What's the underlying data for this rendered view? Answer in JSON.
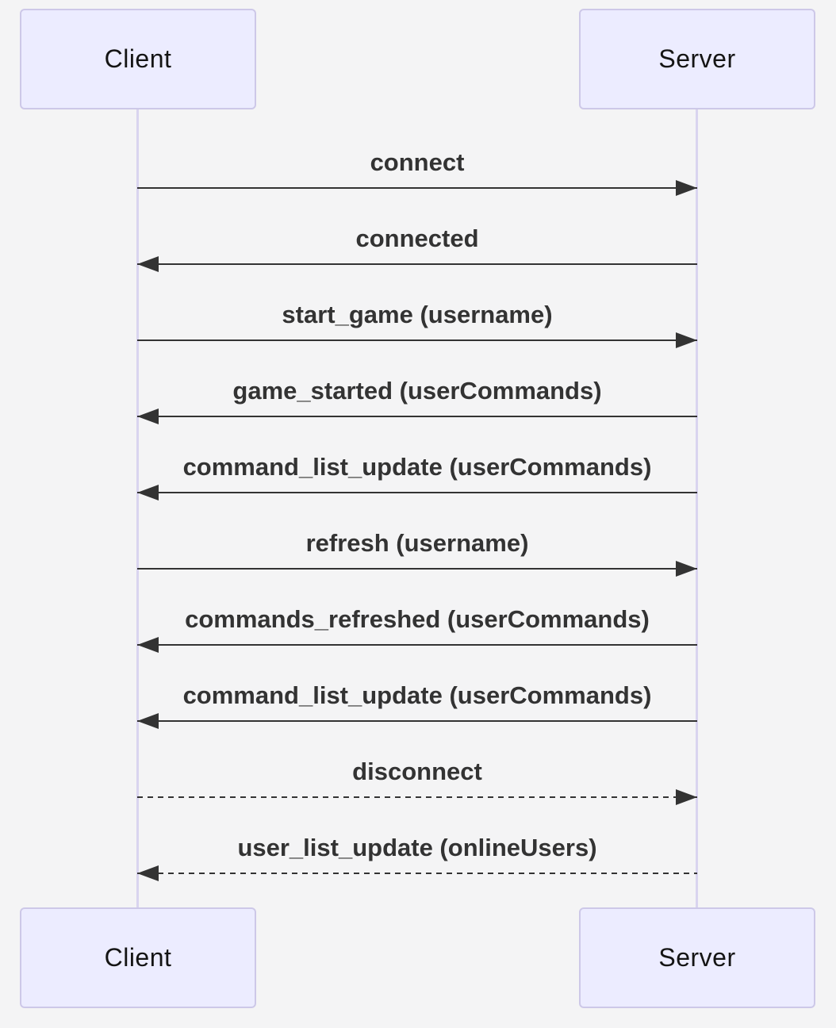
{
  "diagram": {
    "type": "sequence",
    "colors": {
      "background": "#f4f4f5",
      "actor_fill": "#ececff",
      "actor_border": "#cdc8e8",
      "lifeline": "#d9d4ef",
      "message_text": "#333333",
      "arrow": "#333333"
    },
    "actors": [
      {
        "id": "client",
        "label": "Client"
      },
      {
        "id": "server",
        "label": "Server"
      }
    ],
    "messages": [
      {
        "text": "connect",
        "from": "client",
        "to": "server",
        "line": "solid"
      },
      {
        "text": "connected",
        "from": "server",
        "to": "client",
        "line": "solid"
      },
      {
        "text": "start_game (username)",
        "from": "client",
        "to": "server",
        "line": "solid"
      },
      {
        "text": "game_started (userCommands)",
        "from": "server",
        "to": "client",
        "line": "solid"
      },
      {
        "text": "command_list_update (userCommands)",
        "from": "server",
        "to": "client",
        "line": "solid"
      },
      {
        "text": "refresh (username)",
        "from": "client",
        "to": "server",
        "line": "solid"
      },
      {
        "text": "commands_refreshed (userCommands)",
        "from": "server",
        "to": "client",
        "line": "solid"
      },
      {
        "text": "command_list_update (userCommands)",
        "from": "server",
        "to": "client",
        "line": "solid"
      },
      {
        "text": "disconnect",
        "from": "client",
        "to": "server",
        "line": "dashed"
      },
      {
        "text": "user_list_update (onlineUsers)",
        "from": "server",
        "to": "client",
        "line": "dashed"
      }
    ]
  }
}
